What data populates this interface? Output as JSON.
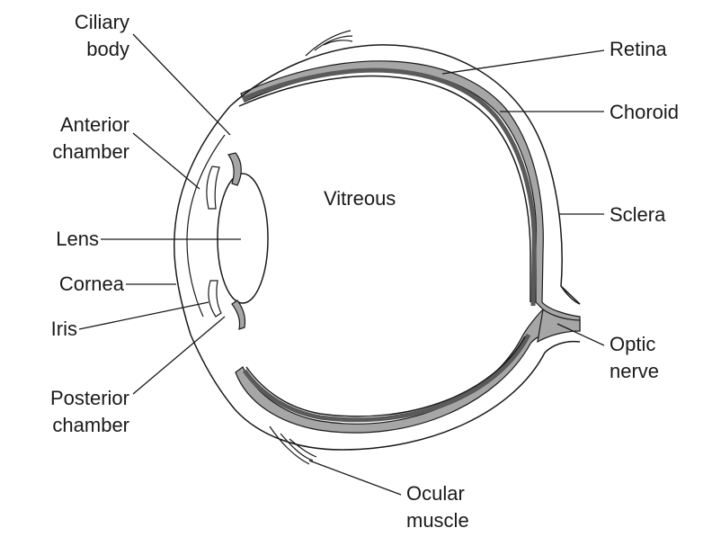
{
  "diagram": {
    "labels": {
      "ciliary_body": [
        "Ciliary",
        "body"
      ],
      "anterior_chamber": [
        "Anterior",
        "chamber"
      ],
      "lens": "Lens",
      "cornea": "Cornea",
      "iris": "Iris",
      "posterior_chamber": [
        "Posterior",
        "chamber"
      ],
      "vitreous": "Vitreous",
      "retina": "Retina",
      "choroid": "Choroid",
      "sclera": "Sclera",
      "optic_nerve": [
        "Optic",
        "nerve"
      ],
      "ocular_muscle": [
        "Ocular",
        "muscle"
      ]
    },
    "colors": {
      "line": "#1a1a1a",
      "choroid_fill": "#a6a6a6",
      "retina_band": "#5a5a5a",
      "background": "#ffffff"
    }
  }
}
